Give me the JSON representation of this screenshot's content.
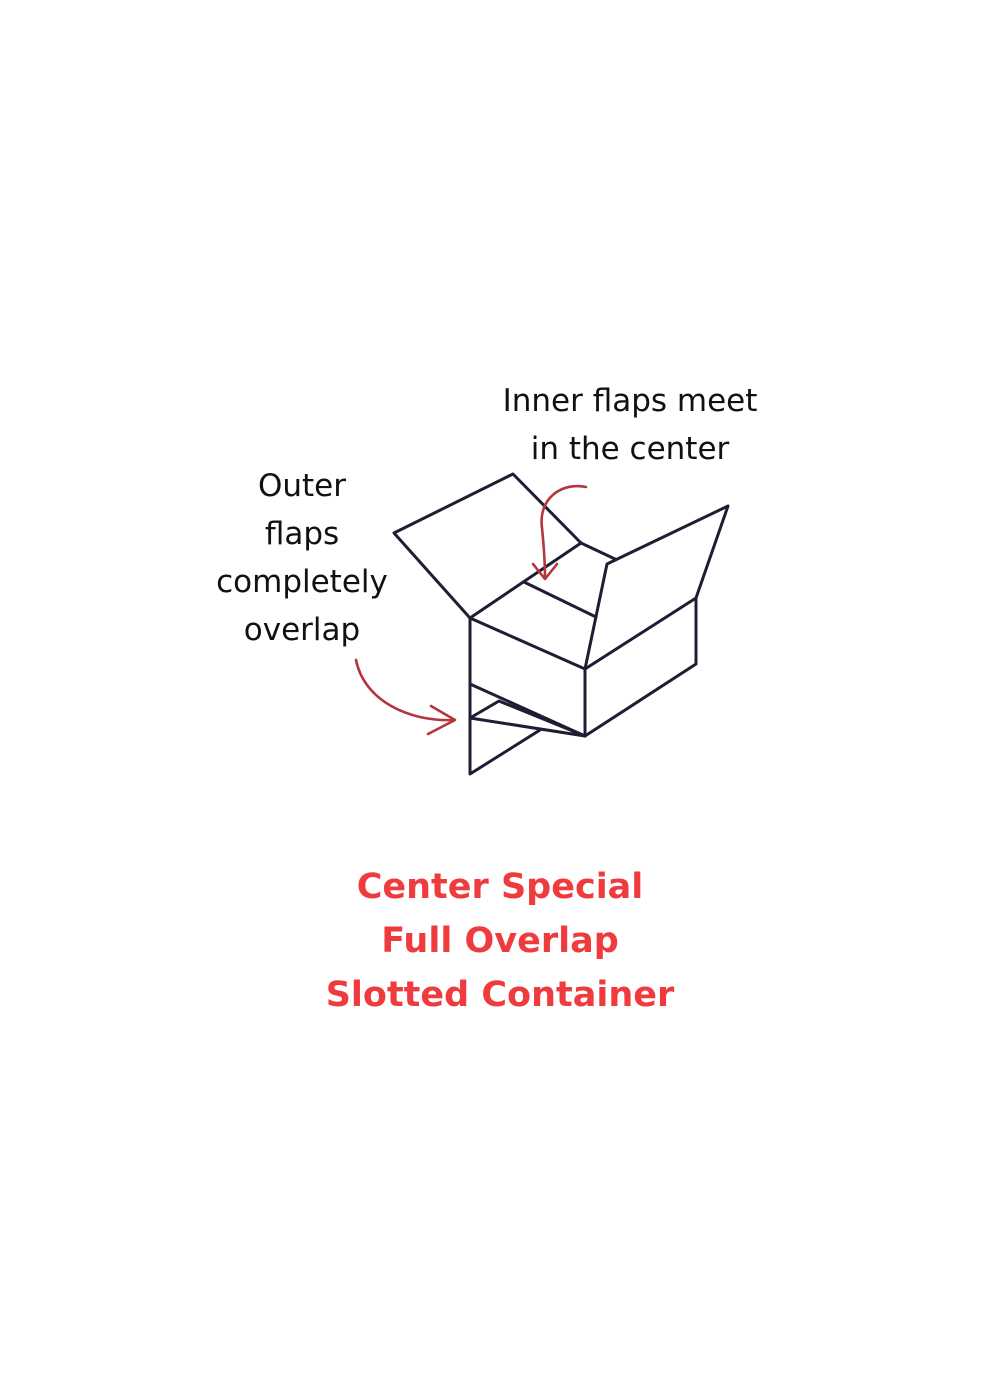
{
  "annotations": {
    "inner_flaps": [
      "Inner flaps meet",
      "in the center"
    ],
    "outer_flaps": [
      "Outer",
      "flaps",
      "completely",
      "overlap"
    ]
  },
  "title": {
    "lines": [
      "Center Special",
      "Full Overlap",
      "Slotted Container"
    ]
  },
  "colors": {
    "line": "#1f1d33",
    "arrow": "#b3363c",
    "title": "#ef3b3e",
    "text": "#111111",
    "background": "#ffffff"
  },
  "icons": {
    "box": "open-box-icon",
    "arrow_inner": "curved-arrow-icon",
    "arrow_outer": "curved-arrow-icon"
  }
}
